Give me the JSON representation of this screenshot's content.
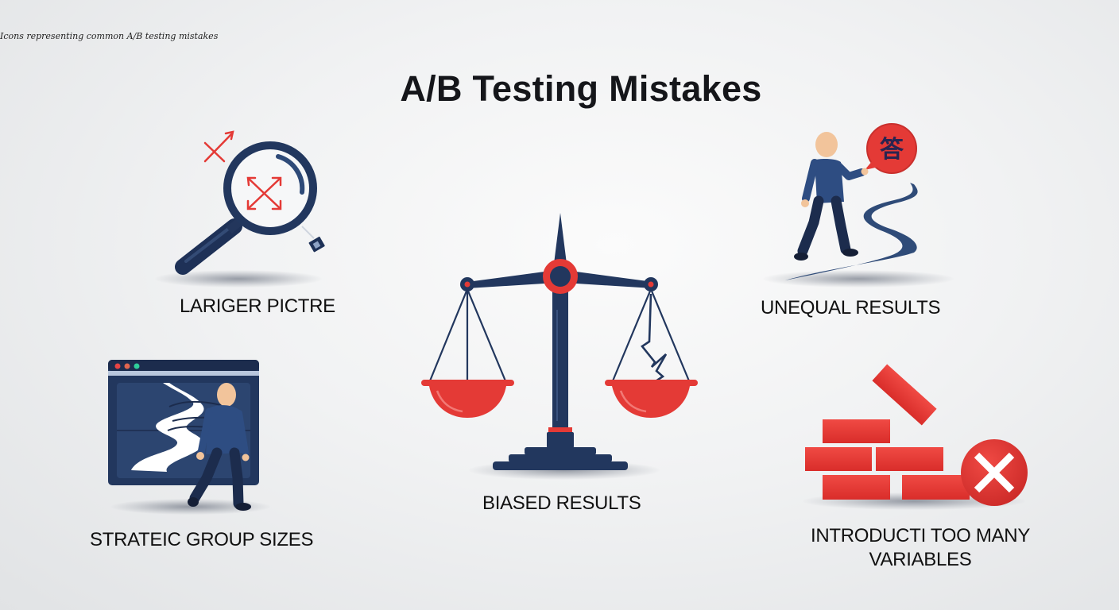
{
  "caption": "Icons representing common A/B testing mistakes",
  "title": "A/B Testing Mistakes",
  "colors": {
    "navy": "#2b4066",
    "navy_dark": "#1c2c4d",
    "red": "#e43a36",
    "skin": "#f2c49b",
    "background": "#eef0f1"
  },
  "items": [
    {
      "label": "LARIGER PICTRE",
      "icon": "magnifying-glass-icon",
      "position": "top-left"
    },
    {
      "label": "UNEQUAL RESULTS",
      "icon": "person-walking-path-icon",
      "position": "top-right"
    },
    {
      "label": "BIASED RESULTS",
      "icon": "balance-scale-icon",
      "position": "center"
    },
    {
      "label": "STRATEIC GROUP SIZES",
      "icon": "browser-window-person-icon",
      "position": "bottom-left"
    },
    {
      "label": "INTRODUCTI TOO MANY VARIABLES",
      "icon": "bricks-with-x-icon",
      "position": "bottom-right"
    }
  ]
}
